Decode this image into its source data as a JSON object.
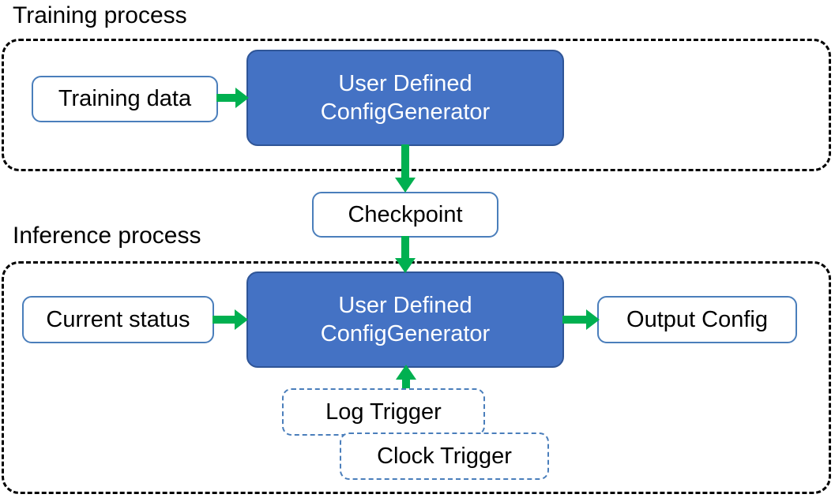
{
  "diagram": {
    "type": "flowchart",
    "title_visible": false,
    "colors": {
      "node_blue_fill": "#4472C4",
      "node_blue_border": "#2F5597",
      "node_white_border": "#4A7EBB",
      "arrow_green": "#00B050",
      "container_border": "#000000",
      "text_dark": "#000000",
      "text_light": "#FFFFFF"
    }
  },
  "sections": {
    "training": {
      "title": "Training process",
      "nodes": {
        "training_data": {
          "label": "Training data",
          "style": "white-solid"
        },
        "generator": {
          "line1": "User Defined",
          "line2": "ConfigGenerator",
          "style": "blue-filled"
        }
      }
    },
    "inference": {
      "title": "Inference process",
      "nodes": {
        "current_status": {
          "label": "Current status",
          "style": "white-solid"
        },
        "generator": {
          "line1": "User Defined",
          "line2": "ConfigGenerator",
          "style": "blue-filled"
        },
        "output_config": {
          "label": "Output Config",
          "style": "white-solid"
        },
        "log_trigger": {
          "label": "Log Trigger",
          "style": "white-dashed"
        },
        "clock_trigger": {
          "label": "Clock Trigger",
          "style": "white-dashed"
        }
      }
    }
  },
  "intermediate": {
    "checkpoint": {
      "label": "Checkpoint",
      "style": "white-solid"
    }
  },
  "edges": [
    {
      "name": "training-data-to-generator",
      "from": "training_data",
      "to": "training.generator",
      "direction": "right",
      "color": "#00B050"
    },
    {
      "name": "generator-to-checkpoint",
      "from": "training.generator",
      "to": "checkpoint",
      "direction": "down",
      "color": "#00B050"
    },
    {
      "name": "checkpoint-to-generator",
      "from": "checkpoint",
      "to": "inference.generator",
      "direction": "down",
      "color": "#00B050"
    },
    {
      "name": "current-status-to-generator",
      "from": "current_status",
      "to": "inference.generator",
      "direction": "right",
      "color": "#00B050"
    },
    {
      "name": "generator-to-output-config",
      "from": "inference.generator",
      "to": "output_config",
      "direction": "right",
      "color": "#00B050"
    },
    {
      "name": "triggers-to-generator",
      "from": "log_trigger",
      "to": "inference.generator",
      "direction": "up",
      "color": "#00B050"
    }
  ]
}
